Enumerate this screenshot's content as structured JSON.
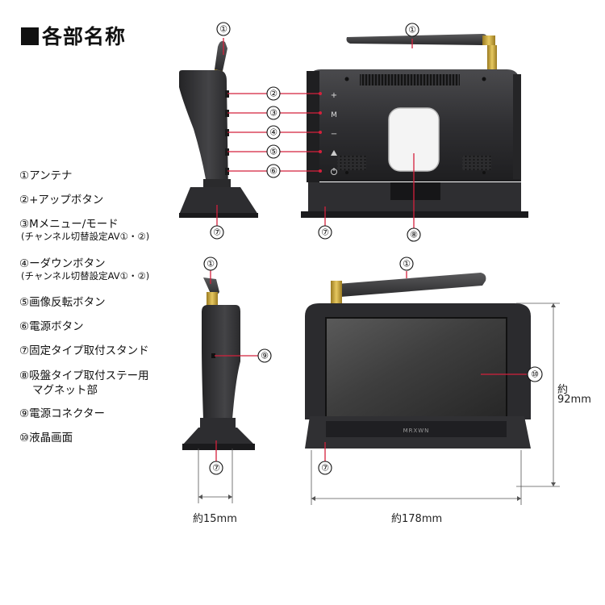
{
  "title": "■各部名称",
  "legend": [
    {
      "text": "①アンテナ"
    },
    {
      "text": "②+アップボタン"
    },
    {
      "text": "③Mメニュー/モード",
      "sub": "(チャンネル切替設定AV①・②)"
    },
    {
      "text": "④ーダウンボタン",
      "sub": "(チャンネル切替設定AV①・②)"
    },
    {
      "text": "⑤画像反転ボタン"
    },
    {
      "text": "⑥電源ボタン"
    },
    {
      "text": "⑦固定タイプ取付スタンド"
    },
    {
      "text": "⑧吸盤タイプ取付ステー用",
      "sub": "マグネット部"
    },
    {
      "text": "⑨電源コネクター"
    },
    {
      "text": "⑩液晶画面"
    }
  ],
  "markers": {
    "m1": "①",
    "m2": "②",
    "m3": "③",
    "m4": "④",
    "m5": "⑤",
    "m6": "⑥",
    "m7": "⑦",
    "m8": "⑧",
    "m9": "⑨",
    "m10": "⑩"
  },
  "buttons": {
    "plus": "+",
    "m": "M",
    "minus": "ー"
  },
  "brand": "MRXWN",
  "dims": {
    "depth": "約15mm",
    "width": "約178mm",
    "height_1": "約",
    "height_2": "92mm"
  },
  "colors": {
    "leader": "#d4213c",
    "body": "#3a3a3c"
  }
}
